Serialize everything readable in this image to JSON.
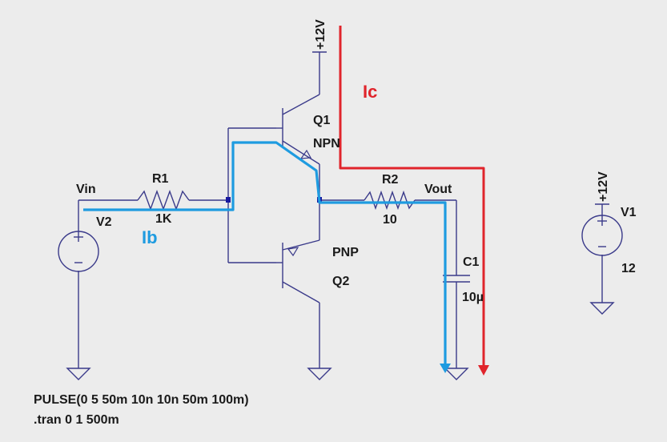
{
  "labels": {
    "vin": "Vin",
    "r1": "R1",
    "r1_value": "1K",
    "v2": "V2",
    "ib": "Ib",
    "ic": "Ic",
    "q1": "Q1",
    "q1_type": "NPN",
    "q2": "Q2",
    "q2_type": "PNP",
    "r2": "R2",
    "r2_value": "10",
    "vout": "Vout",
    "c1": "C1",
    "c1_value": "10µ",
    "supply_top": "+12V",
    "supply_side": "+12V",
    "v1": "V1",
    "v1_value": "12",
    "pulse": "PULSE(0 5 50m 10n 10n 50m 100m)",
    "tran": ".tran 0 1 500m"
  },
  "colors": {
    "background": "#ececec",
    "wire": "#3a3a8a",
    "ib_path": "#1e9be0",
    "ic_path": "#e0242b",
    "text": "#1a1a1a"
  }
}
